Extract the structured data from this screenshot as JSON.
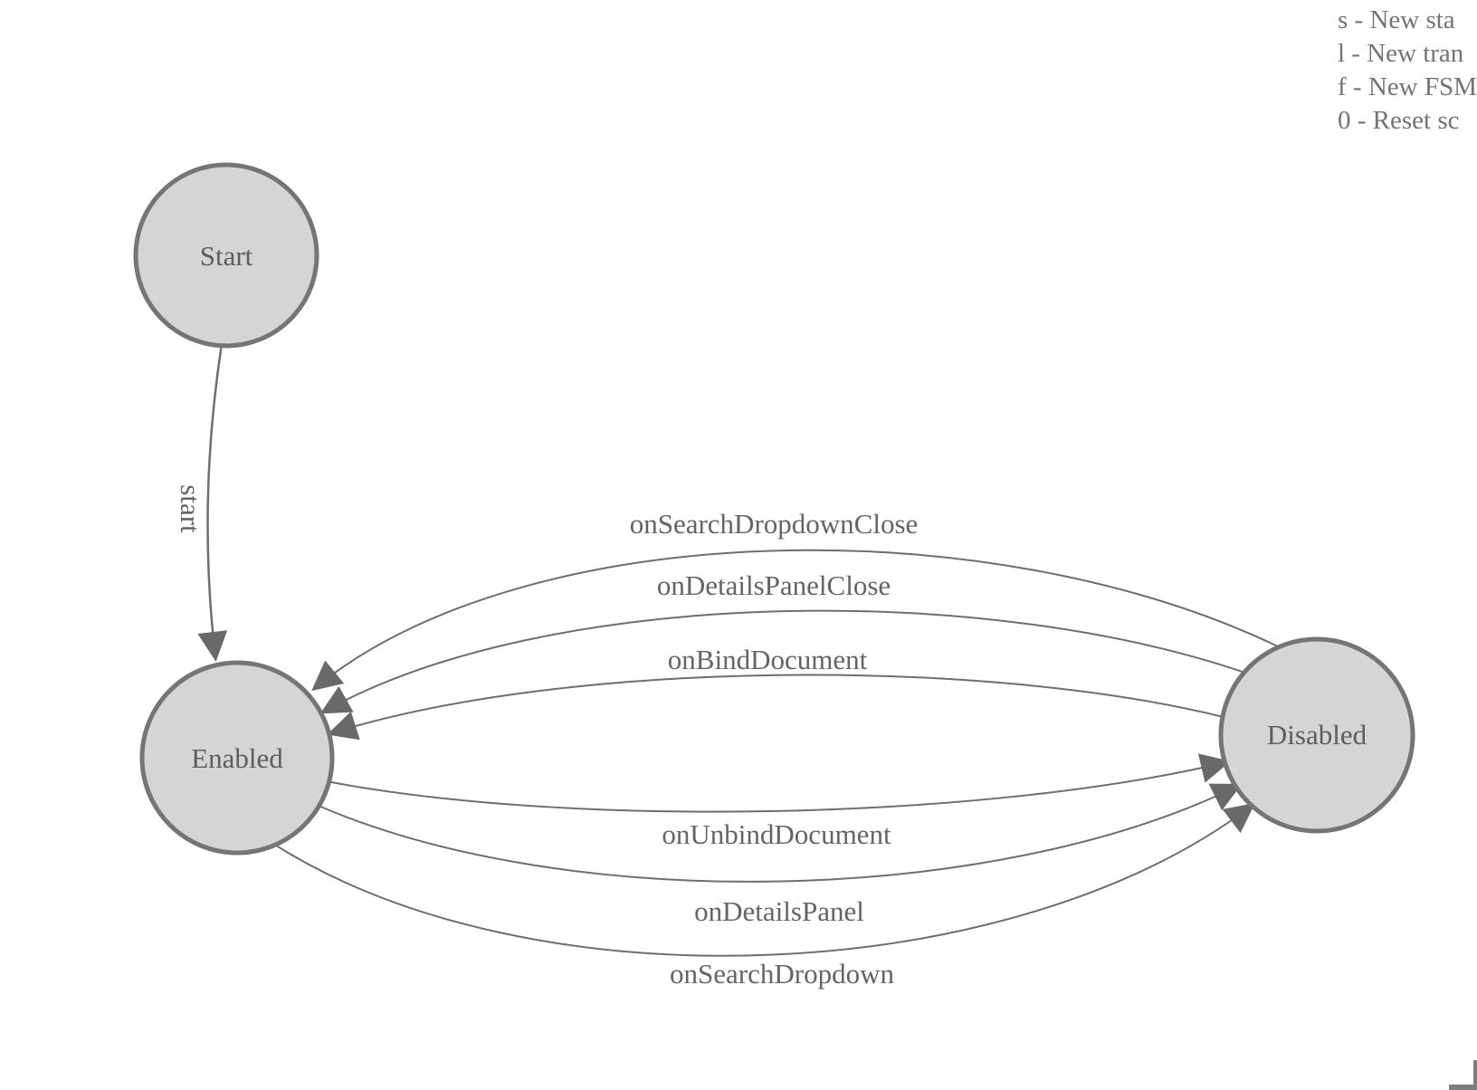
{
  "legend": {
    "lines": [
      "s - New sta",
      "l - New tran",
      "f - New FSM",
      "0 - Reset sc"
    ]
  },
  "states": [
    {
      "label": "Start"
    },
    {
      "label": "Enabled"
    },
    {
      "label": "Disabled"
    }
  ],
  "transitions": [
    {
      "label": "start",
      "from": "Start",
      "to": "Enabled"
    },
    {
      "label": "onSearchDropdownClose",
      "from": "Disabled",
      "to": "Enabled"
    },
    {
      "label": "onDetailsPanelClose",
      "from": "Disabled",
      "to": "Enabled"
    },
    {
      "label": "onBindDocument",
      "from": "Disabled",
      "to": "Enabled"
    },
    {
      "label": "onUnbindDocument",
      "from": "Enabled",
      "to": "Disabled"
    },
    {
      "label": "onDetailsPanel",
      "from": "Enabled",
      "to": "Disabled"
    },
    {
      "label": "onSearchDropdown",
      "from": "Enabled",
      "to": "Disabled"
    }
  ],
  "colors": {
    "node_fill": "#d5d5d5",
    "node_stroke": "#757575",
    "edge": "#6e6e6e",
    "arrowhead": "#696969",
    "node_label_text": "#5d5d5d",
    "edge_label_text": "#646464",
    "legend_text": "#737373"
  }
}
